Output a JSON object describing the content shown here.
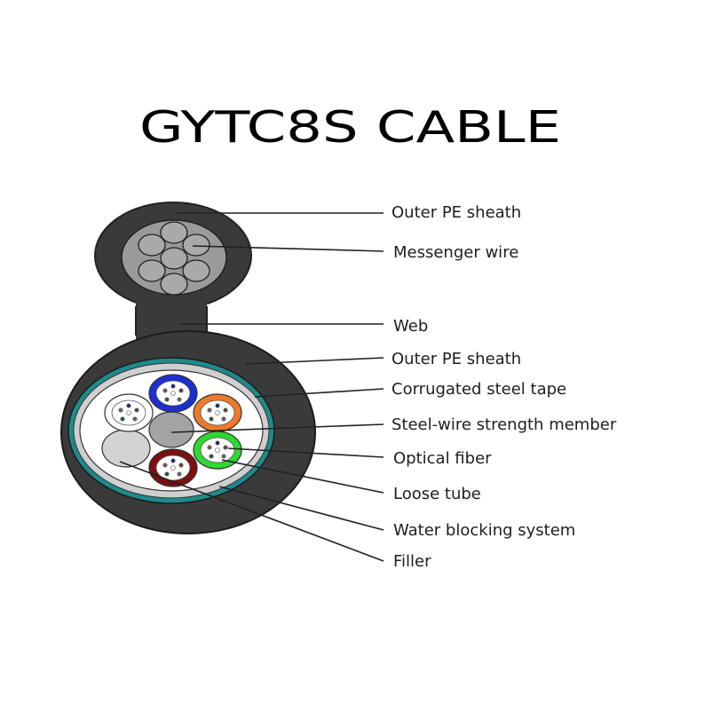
{
  "title": "GYTC8S CABLE",
  "labels": [
    "Outer PE sheath",
    "Messenger wire",
    "Web",
    "Outer PE sheath",
    "Corrugated steel tape",
    "Steel-wire strength member",
    "Optical fiber",
    "Loose tube",
    "Water blocking system",
    "Filler"
  ],
  "colors": {
    "sheath": "#3a3a3a",
    "messenger": "#a9a9a9",
    "steel_tape": "#1e8a8a",
    "tube_blue": "#1c2fd0",
    "tube_orange": "#ee7a2a",
    "tube_green": "#2fd92f",
    "tube_red": "#7a1010",
    "tube_white": "#ffffff"
  }
}
